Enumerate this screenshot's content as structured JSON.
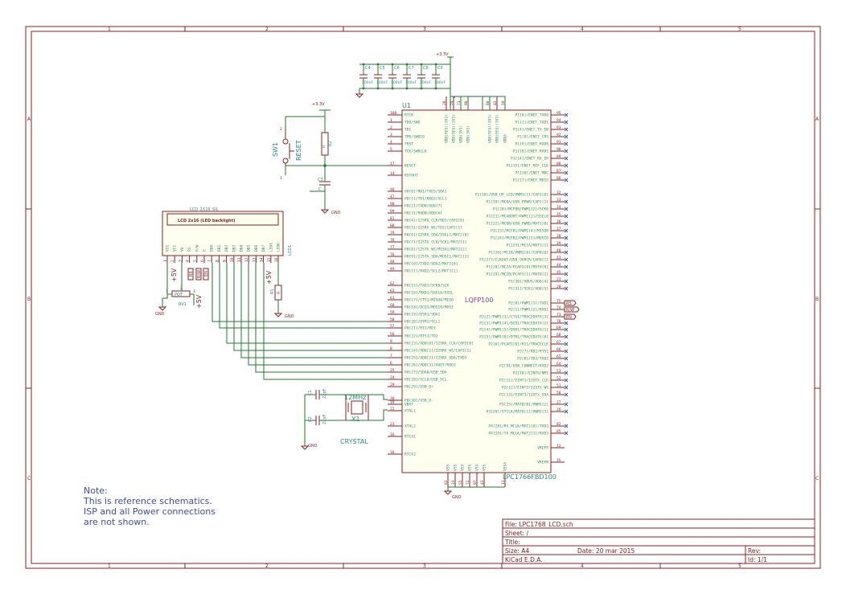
{
  "sheet": {
    "column_labels": [
      "1",
      "2",
      "3",
      "4",
      "5"
    ],
    "row_labels": [
      "A",
      "B",
      "C"
    ]
  },
  "mcu": {
    "ref": "U1",
    "package": "LQFP100",
    "part": "LPC1766FBD100",
    "top_pins": [
      {
        "num": "28",
        "name": "VDD(REG)(3V3)"
      },
      {
        "num": "54",
        "name": "VDD(REG)(3V3)"
      },
      {
        "num": "71",
        "name": "VDD(3V3)"
      },
      {
        "num": "96",
        "name": "VDD(3V3)"
      },
      {
        "num": "",
        "name": ""
      },
      {
        "num": "",
        "name": ""
      },
      {
        "num": "88",
        "name": "VDD(REG)(3V3)"
      },
      {
        "num": "42",
        "name": "VDD(REG)(3V3)"
      },
      {
        "num": "10",
        "name": "VDDA"
      }
    ],
    "bottom_pins": [
      {
        "num": "83",
        "name": "VSS"
      },
      {
        "num": "31",
        "name": "VSS"
      },
      {
        "num": "55",
        "name": "VSS"
      },
      {
        "num": "72",
        "name": "VSS"
      },
      {
        "num": "97",
        "name": "VSS"
      },
      {
        "num": "43",
        "name": "VSS"
      },
      {
        "num": "",
        "name": ""
      },
      {
        "num": "11",
        "name": "VSSA"
      }
    ],
    "left_pins": [
      {
        "num": "100",
        "name": "RTCK"
      },
      {
        "num": "1",
        "name": "TDO/SWO"
      },
      {
        "num": "2",
        "name": "TDI"
      },
      {
        "num": "3",
        "name": "TMS/SWDIO"
      },
      {
        "num": "4",
        "name": "TRST"
      },
      {
        "num": "5",
        "name": "TCK/SWDCLK"
      },
      {
        "num": "17",
        "name": "RESET"
      },
      {
        "num": "14",
        "name": "RSTOUT"
      },
      {
        "num": "46",
        "name": "P0[0]/RD1/TXD3/SDA1"
      },
      {
        "num": "47",
        "name": "P0[1]/TD1/RXD3/SCL1"
      },
      {
        "num": "98",
        "name": "P0[2]/TXD0/AD0[7]"
      },
      {
        "num": "99",
        "name": "P0[3]/RXD0/AD0[6]"
      },
      {
        "num": "81",
        "name": "P0[4]/I2SRX_CLK/RD2/CAP2[0]"
      },
      {
        "num": "80",
        "name": "P0[5]/I2SRX_WS/TD2/CAP2[1]"
      },
      {
        "num": "79",
        "name": "P0[6]/I2SRX_SDA/SSEL1/MAT2[0]"
      },
      {
        "num": "78",
        "name": "P0[7]/I2STX_CLK/SCK1/MAT2[1]"
      },
      {
        "num": "77",
        "name": "P0[8]/I2STX_WS/MISO1/MAT2[2]"
      },
      {
        "num": "76",
        "name": "P0[9]/I2STX_SDA/MOSI1/MAT2[3]"
      },
      {
        "num": "48",
        "name": "P0[10]/TXD2/SDA2/MAT3[0]"
      },
      {
        "num": "49",
        "name": "P0[11]/RXD2/SCL2/MAT3[1]"
      },
      {
        "num": "62",
        "name": "P0[15]/TXD1/SCK0/SCK"
      },
      {
        "num": "63",
        "name": "P0[16]/RXD1/SSEL0/SSEL"
      },
      {
        "num": "61",
        "name": "P0[17]/CTS1/MISO0/MISO"
      },
      {
        "num": "60",
        "name": "P0[18]/DCD1/MOSI0/MOSI"
      },
      {
        "num": "59",
        "name": "P0[19]/DSR1/SDA1"
      },
      {
        "num": "58",
        "name": "P0[20]/DTR1/SCL1"
      },
      {
        "num": "57",
        "name": "P0[21]/RI1/RD1"
      },
      {
        "num": "56",
        "name": "P0[22]/RTS1/TD1"
      },
      {
        "num": "9",
        "name": "P0[23]/AD0[0]/I2SRX_CLK/CAP3[0]"
      },
      {
        "num": "8",
        "name": "P0[24]/AD0[1]/I2SRX_WS/CAP3[1]"
      },
      {
        "num": "7",
        "name": "P0[25]/AD0[2]/I2SRX_SDA/TXD3"
      },
      {
        "num": "6",
        "name": "P0[26]/AD0[3]/AOUT/RXD3"
      },
      {
        "num": "25",
        "name": "P0[27]/SDA0/USB_SDA"
      },
      {
        "num": "24",
        "name": "P0[28]/SCL0/USB_SCL"
      },
      {
        "num": "29",
        "name": "P0[29]/USB_D+"
      },
      {
        "num": "30",
        "name": "P0[30]/USB_D-"
      },
      {
        "num": "22",
        "name": "XTAL1"
      },
      {
        "num": "23",
        "name": "XTAL2"
      },
      {
        "num": "16",
        "name": "RTCX1"
      },
      {
        "num": "18",
        "name": "RTCX2"
      },
      {
        "num": "19",
        "name": "VBAT"
      }
    ],
    "right_pins": [
      {
        "num": "95",
        "name": "P1[0]/ENET_TXD0"
      },
      {
        "num": "94",
        "name": "P1[1]/ENET_TXD1"
      },
      {
        "num": "93",
        "name": "P1[4]/ENET_TX_EN"
      },
      {
        "num": "92",
        "name": "P1[8]/ENET_CRS"
      },
      {
        "num": "91",
        "name": "P1[9]/ENET_RXD0"
      },
      {
        "num": "90",
        "name": "P1[10]/ENET_RXD1"
      },
      {
        "num": "89",
        "name": "P1[14]/ENET_RX_ER"
      },
      {
        "num": "88",
        "name": "P1[15]/ENET_REF_CLK"
      },
      {
        "num": "87",
        "name": "P1[16]/ENET_MDC"
      },
      {
        "num": "86",
        "name": "P1[17]/ENET_MDIO"
      },
      {
        "num": "32",
        "name": "P1[18]/USB_UP_LED/PWM1[1]/CAP1[0]"
      },
      {
        "num": "33",
        "name": "P1[19]/MC0A/USB_PPWR/CAP1[1]"
      },
      {
        "num": "34",
        "name": "P1[20]/MCFB0/PWM1[2]/SCK0"
      },
      {
        "num": "35",
        "name": "P1[21]/MCABORT/PWM1[3]/SSEL0"
      },
      {
        "num": "36",
        "name": "P1[22]/MC0B/USB_PWRD/MAT1[0]"
      },
      {
        "num": "37",
        "name": "P1[23]/MCFB1/PWM1[4]/MISO0"
      },
      {
        "num": "38",
        "name": "P1[24]/MCFB2/PWM1[5]/MOSI0"
      },
      {
        "num": "39",
        "name": "P1[25]/MC1A/MAT1[1]"
      },
      {
        "num": "40",
        "name": "P1[26]/MC1B/PWM1[6]/CAP0[0]"
      },
      {
        "num": "43",
        "name": "P1[27]/CLKOUT/USB_OVRCR/CAP0[1]"
      },
      {
        "num": "44",
        "name": "P1[28]/MC2A/PCAP1[0]/MAT0[0]"
      },
      {
        "num": "45",
        "name": "P1[29]/MC2B/PCAP1[1]/MAT0[1]"
      },
      {
        "num": "21",
        "name": "P1[30]/VBUS/AD0[4]"
      },
      {
        "num": "20",
        "name": "P1[31]/SCK1/AD0[5]"
      },
      {
        "num": "75",
        "name": "P2[0]/PWM1[1]/TXD1"
      },
      {
        "num": "74",
        "name": "P2[1]/PWM1[2]/RXD1"
      },
      {
        "num": "73",
        "name": "P2[2]/PWM1[3]/CTS1/TRACEDATA[3]"
      },
      {
        "num": "70",
        "name": "P2[3]/PWM1[4]/DCD1/TRACEDATA[2]"
      },
      {
        "num": "69",
        "name": "P2[4]/PWM1[5]/DSR1/TRACEDATA[1]"
      },
      {
        "num": "68",
        "name": "P2[5]/PWM1[6]/DTR1/TRACEDATA[0]"
      },
      {
        "num": "67",
        "name": "P2[6]/PCAP1[0]/RI1/TRACECLK"
      },
      {
        "num": "66",
        "name": "P2[7]/RD2/RTS1"
      },
      {
        "num": "65",
        "name": "P2[8]/TD2/TXD2"
      },
      {
        "num": "64",
        "name": "P2[9]/USB_CONNECT/RXD2"
      },
      {
        "num": "53",
        "name": "P2[10]/EINT0/NMI"
      },
      {
        "num": "52",
        "name": "P2[11]/EINT1/I2STX_CLK"
      },
      {
        "num": "51",
        "name": "P2[12]/EINT2/I2STX_WS"
      },
      {
        "num": "50",
        "name": "P2[13]/EINT3/I2STX_SDA"
      },
      {
        "num": "27",
        "name": "P3[25]/MAT0[0]/PWM1[2]"
      },
      {
        "num": "26",
        "name": "P3[26]/STCLK/MAT0[1]/PWM1[3]"
      },
      {
        "num": "82",
        "name": "P4[28]/RX_MCLK/MAT2[0]/TXD3"
      },
      {
        "num": "85",
        "name": "P4[29]/TX_MCLK/MAT2[1]/RXD3"
      },
      {
        "num": "12",
        "name": "VREFP"
      },
      {
        "num": "15",
        "name": "VREFN"
      }
    ]
  },
  "lcd": {
    "ref": "LCD1",
    "part": "LCD_2X16_SIL",
    "title": "LCD 2x16 (LED backlight)",
    "pins": [
      {
        "num": "1",
        "name": "VSS"
      },
      {
        "num": "2",
        "name": "VCC"
      },
      {
        "num": "3",
        "name": "VO"
      },
      {
        "num": "4",
        "name": "RS"
      },
      {
        "num": "5",
        "name": "R/W"
      },
      {
        "num": "6",
        "name": "E"
      },
      {
        "num": "7",
        "name": "DB0"
      },
      {
        "num": "8",
        "name": "DB1"
      },
      {
        "num": "9",
        "name": "DB2"
      },
      {
        "num": "10",
        "name": "DB3"
      },
      {
        "num": "11",
        "name": "DB4"
      },
      {
        "num": "12",
        "name": "DB5"
      },
      {
        "num": "13",
        "name": "DB6"
      },
      {
        "num": "14",
        "name": "DB7"
      },
      {
        "num": "15",
        "name": "LEDA"
      },
      {
        "num": "16",
        "name": "LEDK"
      }
    ]
  },
  "labels": {
    "rs": "RS",
    "rw": "R/W",
    "en": "EN",
    "plus5v": "+5V",
    "plus3v3": "+3.3V",
    "gnd": "GND"
  },
  "decoupling": [
    {
      "ref": "C4",
      "value": "100nF"
    },
    {
      "ref": "C5",
      "value": "100nF"
    },
    {
      "ref": "C6",
      "value": "100nF"
    },
    {
      "ref": "C7",
      "value": "100nF"
    },
    {
      "ref": "C8",
      "value": "100nF"
    },
    {
      "ref": "C9",
      "value": "100nF"
    }
  ],
  "reset": {
    "switch_ref": "SW1",
    "switch_val": "RESET",
    "pin1": "1",
    "pin2": "2",
    "resistor_ref": "R2",
    "resistor_val": "R",
    "cap_ref": "C3",
    "cap_val": "C"
  },
  "pot": {
    "ref": "RV1",
    "value": "POT",
    "pin1": "1",
    "pin2": "2",
    "pin3": "3"
  },
  "r1": {
    "ref": "R1",
    "value": "R"
  },
  "crystal": {
    "ref": "X1",
    "value": "12MHz",
    "caption": "CRYSTAL",
    "c1": {
      "ref": "C1",
      "value": "22pF"
    },
    "c2": {
      "ref": "C2",
      "value": "22pF"
    }
  },
  "note": {
    "line1": "Note:",
    "line2": "This is reference schematics.",
    "line3": "ISP and all Power connections",
    "line4": "are not shown."
  },
  "title_block": {
    "file": "File: LPC1768_LCD.sch",
    "sheet": "Sheet: /",
    "title": "Title:",
    "size": "Size: A4",
    "date": "Date: 20 mar 2015",
    "rev": "Rev:",
    "tool": "KiCad E.D.A.",
    "id": "Id: 1/1"
  }
}
